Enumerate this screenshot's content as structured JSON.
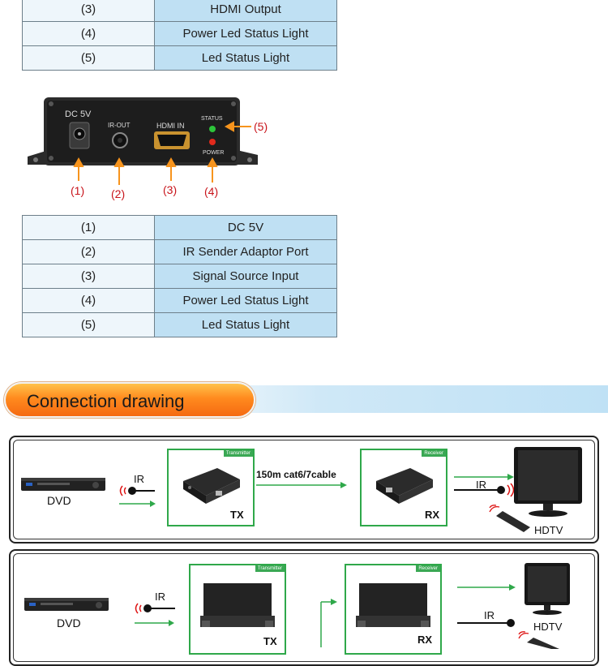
{
  "table1": {
    "rows": [
      {
        "num": "(3)",
        "desc": "HDMI Output"
      },
      {
        "num": "(4)",
        "desc": "Power Led Status Light"
      },
      {
        "num": "(5)",
        "desc": "Led Status Light"
      }
    ]
  },
  "device": {
    "label_dc": "DC 5V",
    "label_irout": "IR-OUT",
    "label_hdmi": "HDMI IN",
    "label_status": "STATUS",
    "label_power": "POWER",
    "callouts": [
      "(1)",
      "(2)",
      "(3)",
      "(4)",
      "(5)"
    ]
  },
  "table2": {
    "rows": [
      {
        "num": "(1)",
        "desc": "DC 5V"
      },
      {
        "num": "(2)",
        "desc": "IR Sender Adaptor Port"
      },
      {
        "num": "(3)",
        "desc": "Signal Source Input"
      },
      {
        "num": "(4)",
        "desc": "Power Led Status Light"
      },
      {
        "num": "(5)",
        "desc": "Led Status Light"
      }
    ]
  },
  "banner": {
    "title": "Connection drawing"
  },
  "diagram1": {
    "dvd": "DVD",
    "ir_left": "IR",
    "transmitter_tag": "Transmitter",
    "tx": "TX",
    "cable": "150m cat6/7cable",
    "receiver_tag": "Receiver",
    "rx": "RX",
    "ir_right": "IR",
    "hdtv": "HDTV"
  },
  "diagram2": {
    "dvd": "DVD",
    "ir_left": "IR",
    "transmitter_tag": "Transmitter",
    "tx": "TX",
    "receiver_tag": "Receiver",
    "rx": "RX",
    "ir_right": "IR",
    "hdtv": "HDTV"
  },
  "colors": {
    "accent_red": "#c8141b",
    "arrow_orange": "#f7941d",
    "green": "#2fa84a",
    "cell_blue": "#bfe0f3"
  }
}
